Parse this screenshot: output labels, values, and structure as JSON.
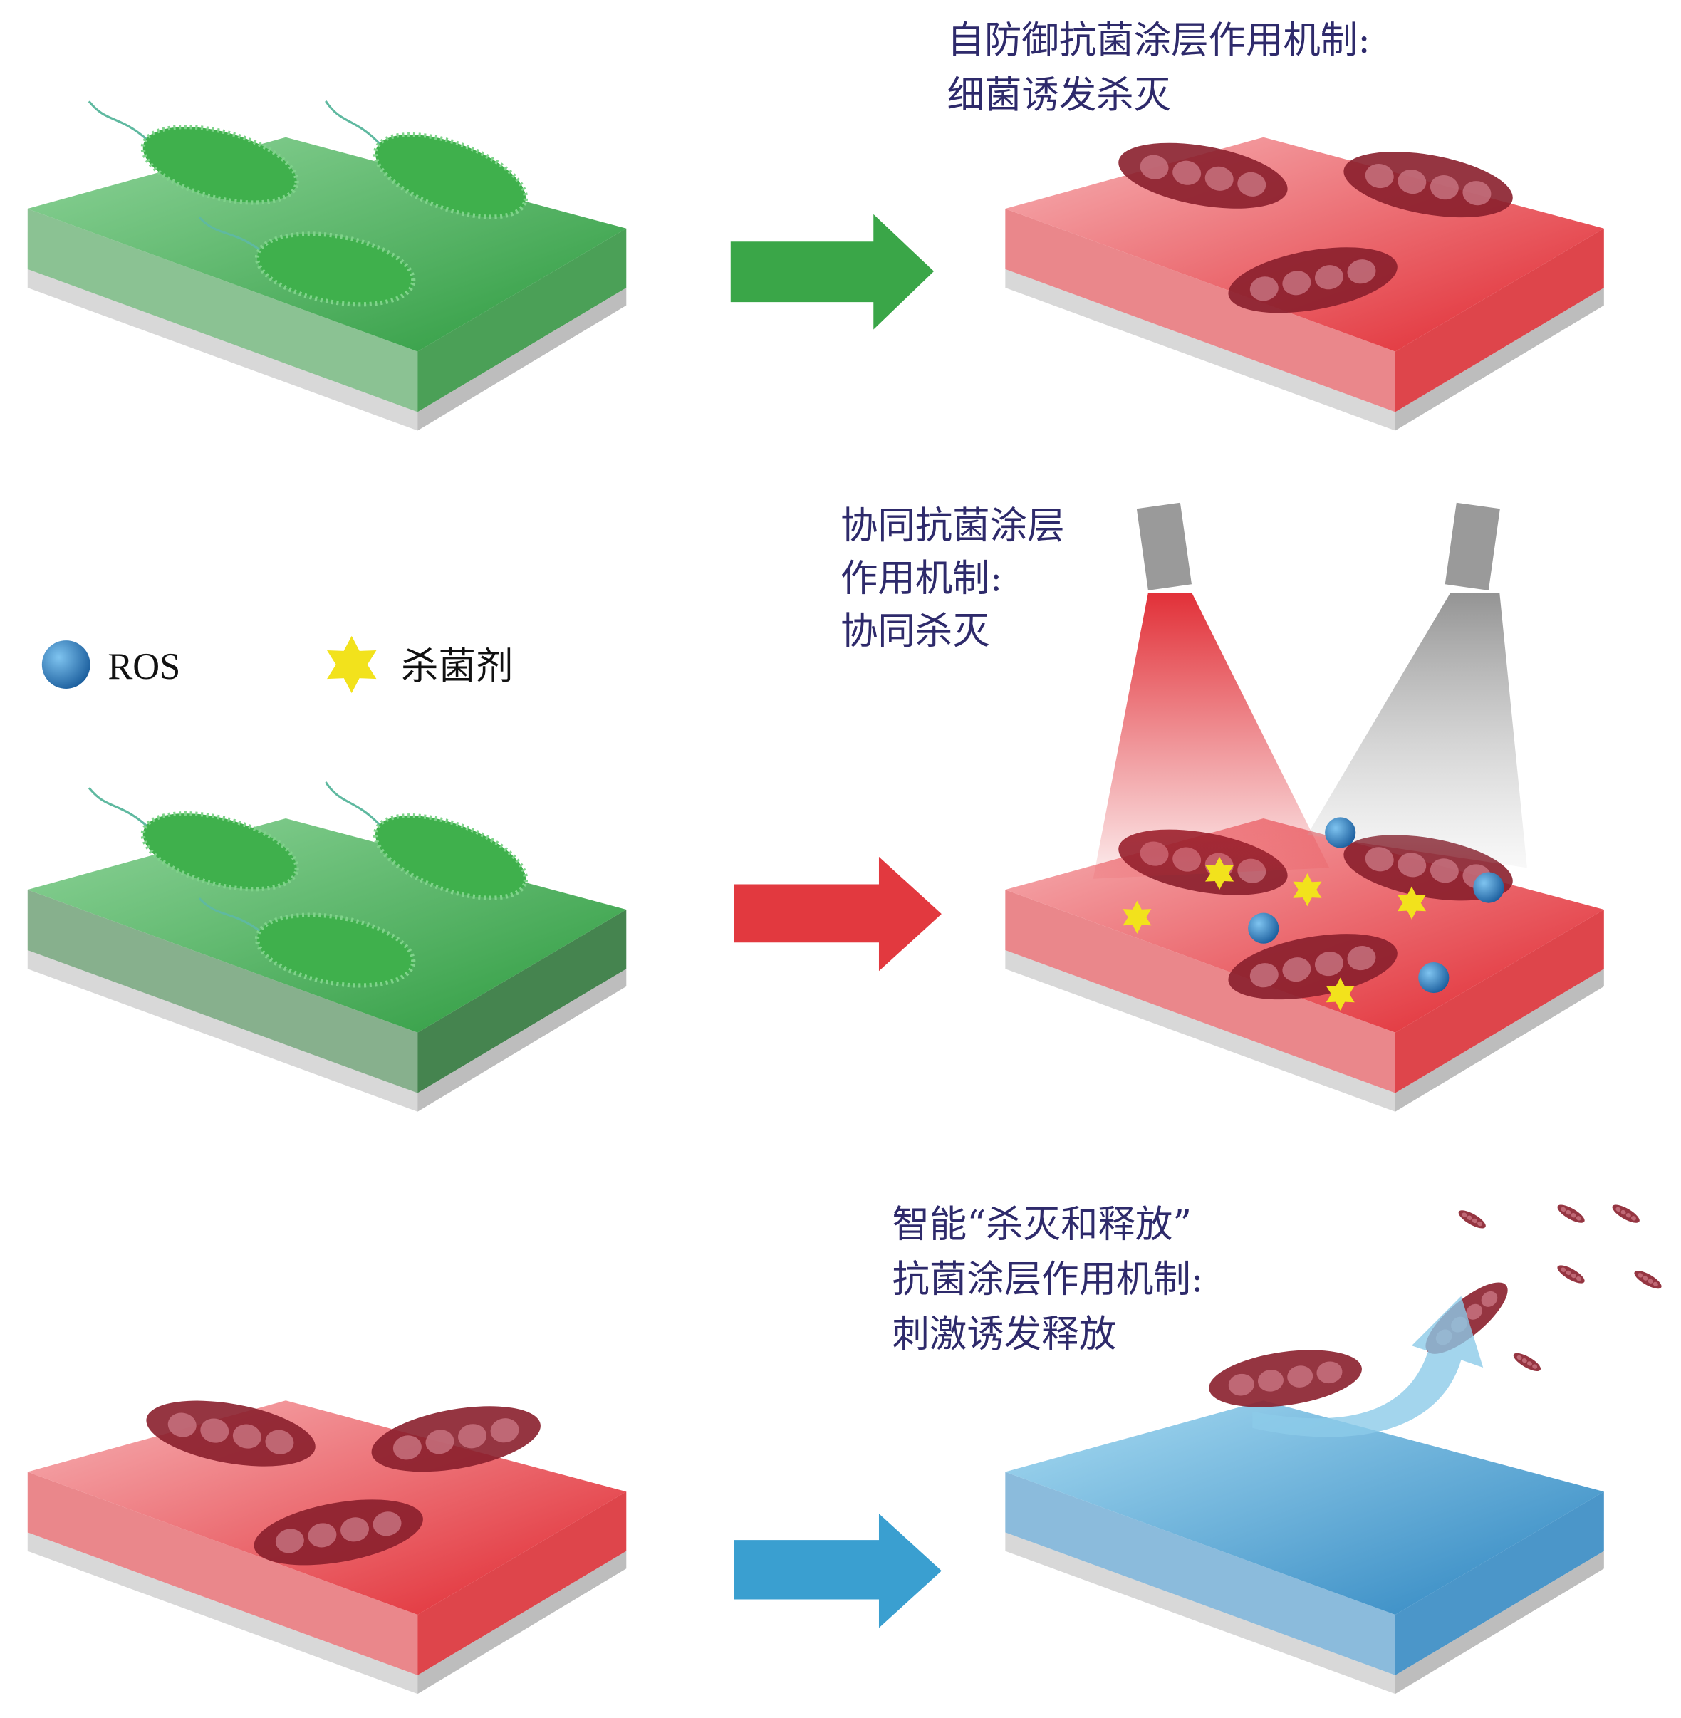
{
  "panels": {
    "self_defense": {
      "lines": [
        "自防御抗菌涂层作用机制:",
        "细菌诱发杀灭"
      ]
    },
    "synergistic": {
      "lines": [
        "协同抗菌涂层",
        "作用机制:",
        "协同杀灭"
      ]
    },
    "kill_release": {
      "lines": [
        "智能“杀灭和释放”",
        "抗菌涂层作用机制:",
        "刺激诱发释放"
      ]
    }
  },
  "legend": {
    "ros_label": "ROS",
    "bactericide_label": "杀菌剂"
  },
  "colors": {
    "green": "#3aa648",
    "red": "#e2393f",
    "blue": "#3a9fd0",
    "text": "#2e2a6b",
    "ros": "#2a7fc4",
    "star": "#f2e21c",
    "dead_bacteria": "#8a1f2c"
  }
}
